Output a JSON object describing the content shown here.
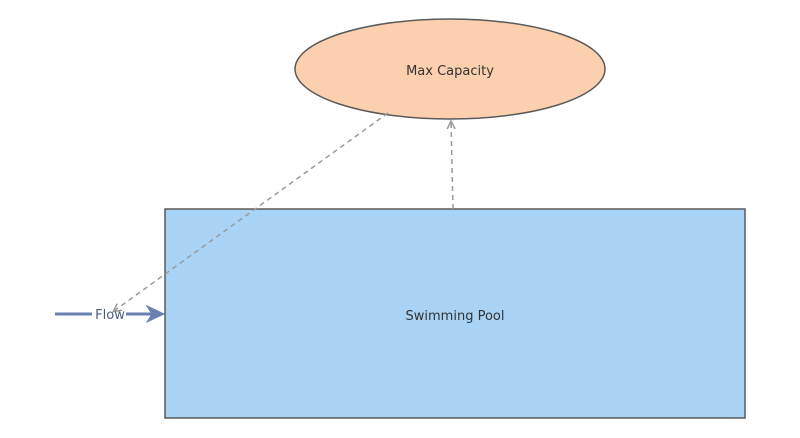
{
  "diagram": {
    "stock": {
      "label": "Swimming Pool",
      "fill": "#a9d3f5",
      "stroke": "#5a5a5a"
    },
    "variable": {
      "label": "Max Capacity",
      "fill": "#fccfae",
      "stroke": "#5a5a5a"
    },
    "flow": {
      "label": "Flow",
      "color": "#6a80b0"
    },
    "link_color": "#9a9a9a"
  }
}
